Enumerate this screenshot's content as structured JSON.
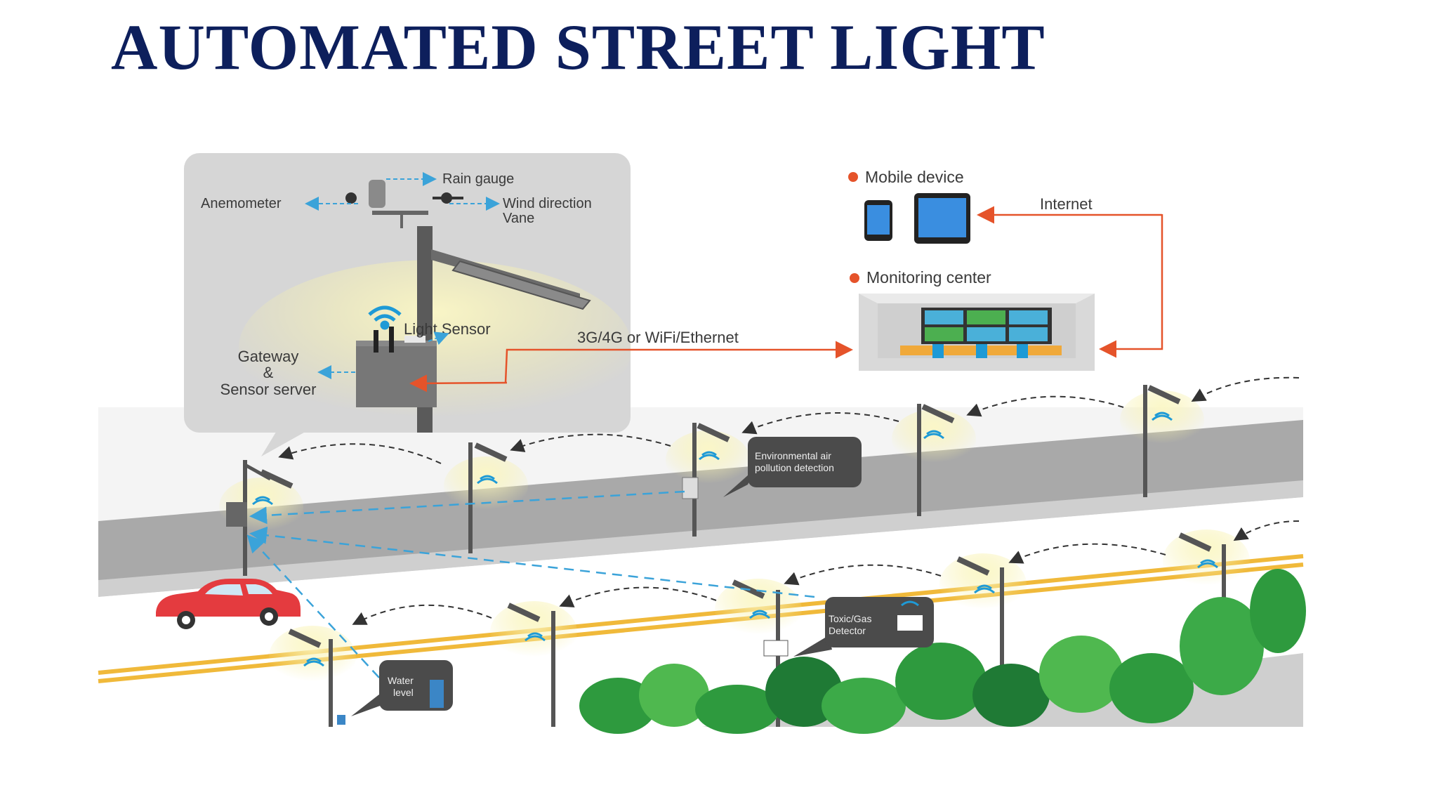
{
  "title": "AUTOMATED STREET LIGHT",
  "labels": {
    "rain_gauge": "Rain gauge",
    "anemometer": "Anemometer",
    "wind_direction_1": "Wind direction",
    "wind_direction_2": "Vane",
    "light_sensor": "Light Sensor",
    "gateway_1": "Gateway",
    "gateway_2": "&",
    "gateway_3": "Sensor server",
    "link": "3G/4G or WiFi/Ethernet",
    "mobile_device": "Mobile device",
    "internet": "Internet",
    "monitoring_center": "Monitoring center",
    "env_air_1": "Environmental air",
    "env_air_2": "pollution detection",
    "toxic_1": "Toxic/Gas",
    "toxic_2": "Detector",
    "water_1": "Water",
    "water_2": "level"
  },
  "colors": {
    "title": "#0d1f5c",
    "arrow_orange": "#e5532a",
    "arrow_blue": "#3ba3d9",
    "road_grey": "#a8a8a8",
    "road_yellow": "#f0b93a",
    "tree_green": "#2e9a3e",
    "light_glow": "#f5f0b0"
  }
}
